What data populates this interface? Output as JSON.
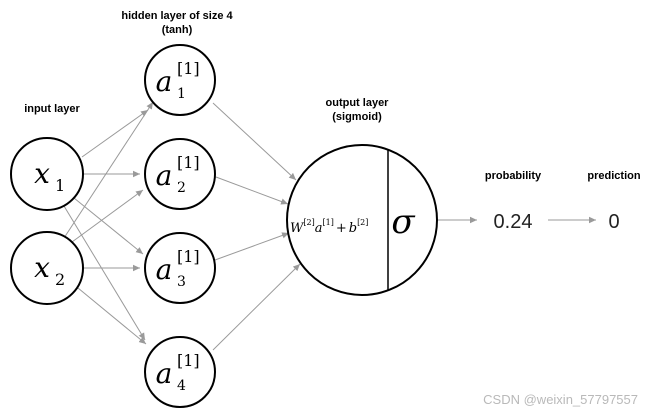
{
  "layers": {
    "input_label": "input layer",
    "hidden_label_line1": "hidden layer of size 4",
    "hidden_label_line2": "(tanh)",
    "output_label_line1": "output layer",
    "output_label_line2": "(sigmoid)",
    "probability_label": "probability",
    "prediction_label": "prediction"
  },
  "inputs": [
    {
      "symbol": "x",
      "subscript": "1"
    },
    {
      "symbol": "x",
      "subscript": "2"
    }
  ],
  "hidden": [
    {
      "symbol": "a",
      "superscript": "[1]",
      "subscript": "1"
    },
    {
      "symbol": "a",
      "superscript": "[1]",
      "subscript": "2"
    },
    {
      "symbol": "a",
      "superscript": "[1]",
      "subscript": "3"
    },
    {
      "symbol": "a",
      "superscript": "[1]",
      "subscript": "4"
    }
  ],
  "output": {
    "w": "W",
    "w_sup": "[2]",
    "a": "a",
    "a_sup": "[1]",
    "plus": "+",
    "b": "b",
    "b_sup": "[2]",
    "activation": "σ"
  },
  "probability_value": "0.24",
  "prediction_value": "0",
  "watermark": "CSDN @weixin_57797557",
  "colors": {
    "connection": "#9a9a9a",
    "node_stroke": "#000000"
  }
}
